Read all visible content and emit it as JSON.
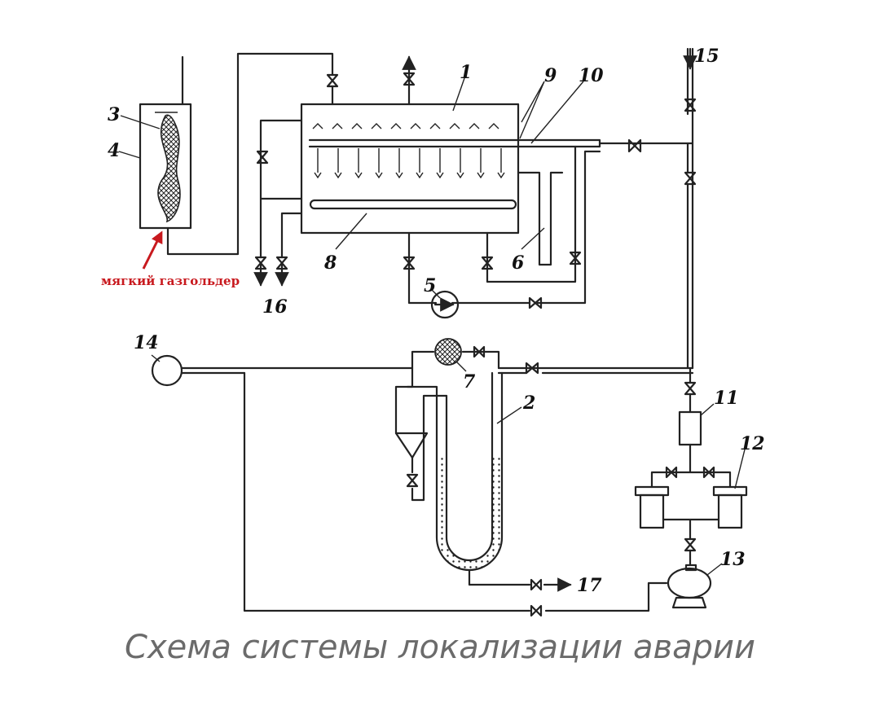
{
  "caption": "Схема системы локализации аварии",
  "diagram": {
    "red_label": "мягкий газгольдер",
    "numbers": [
      "1",
      "2",
      "3",
      "4",
      "5",
      "6",
      "7",
      "8",
      "9",
      "10",
      "11",
      "12",
      "13",
      "14",
      "15",
      "16",
      "17"
    ]
  },
  "colors": {
    "line": "#222222",
    "red_label": "#c8191e",
    "caption": "#6b6b6b",
    "background": "#ffffff"
  }
}
